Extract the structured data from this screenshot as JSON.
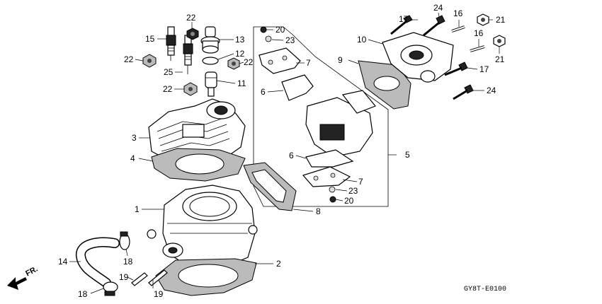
{
  "diagram": {
    "code": "GY8T-E0100",
    "direction_label": "FR.",
    "callouts": [
      {
        "id": "c1",
        "text": "1"
      },
      {
        "id": "c2",
        "text": "2"
      },
      {
        "id": "c3",
        "text": "3"
      },
      {
        "id": "c4",
        "text": "4"
      },
      {
        "id": "c5",
        "text": "5"
      },
      {
        "id": "c6a",
        "text": "6"
      },
      {
        "id": "c6b",
        "text": "6"
      },
      {
        "id": "c7a",
        "text": "7"
      },
      {
        "id": "c7b",
        "text": "7"
      },
      {
        "id": "c8",
        "text": "8"
      },
      {
        "id": "c9",
        "text": "9"
      },
      {
        "id": "c10",
        "text": "10"
      },
      {
        "id": "c11",
        "text": "11"
      },
      {
        "id": "c12",
        "text": "12"
      },
      {
        "id": "c13",
        "text": "13"
      },
      {
        "id": "c14",
        "text": "14"
      },
      {
        "id": "c15",
        "text": "15"
      },
      {
        "id": "c16a",
        "text": "16"
      },
      {
        "id": "c16b",
        "text": "16"
      },
      {
        "id": "c17a",
        "text": "17"
      },
      {
        "id": "c17b",
        "text": "17"
      },
      {
        "id": "c18a",
        "text": "18"
      },
      {
        "id": "c18b",
        "text": "18"
      },
      {
        "id": "c19a",
        "text": "19"
      },
      {
        "id": "c19b",
        "text": "19"
      },
      {
        "id": "c20a",
        "text": "20"
      },
      {
        "id": "c20b",
        "text": "20"
      },
      {
        "id": "c21a",
        "text": "21"
      },
      {
        "id": "c21b",
        "text": "21"
      },
      {
        "id": "c22a",
        "text": "22"
      },
      {
        "id": "c22b",
        "text": "22"
      },
      {
        "id": "c22c",
        "text": "22"
      },
      {
        "id": "c22d",
        "text": "22"
      },
      {
        "id": "c23a",
        "text": "23"
      },
      {
        "id": "c23b",
        "text": "23"
      },
      {
        "id": "c24a",
        "text": "24"
      },
      {
        "id": "c24b",
        "text": "24"
      },
      {
        "id": "c25",
        "text": "25"
      }
    ]
  }
}
